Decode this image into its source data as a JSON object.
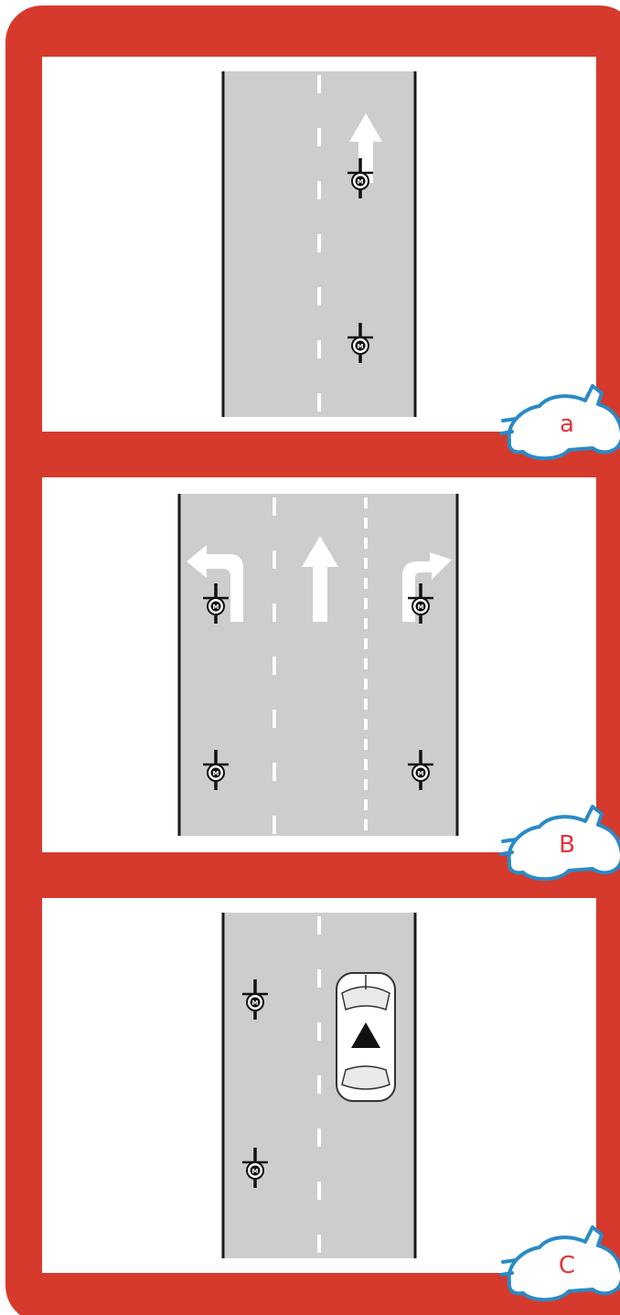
{
  "colors": {
    "frame": "#d63a2c",
    "road": "#cdcdcd",
    "panel": "#ffffff",
    "edge_line": "#1a1a1a",
    "lane_marking": "#ffffff",
    "label": "#e8323a",
    "badge_outline": "#2a8ac6",
    "badge_fill": "#ffffff"
  },
  "panels": [
    {
      "label": "a",
      "badge_icon": "motorcycle-icon",
      "road": {
        "lanes": 2,
        "center_line": "dashed"
      },
      "riders": [
        {
          "lane": "right",
          "position": "front",
          "arrow": "straight"
        },
        {
          "lane": "right",
          "position": "rear"
        }
      ]
    },
    {
      "label": "B",
      "badge_icon": "motorcycle-icon",
      "road": {
        "lanes": 3,
        "lane_lines": [
          "dashed",
          "dashed-double"
        ]
      },
      "arrows": [
        "turn-left",
        "straight",
        "turn-right"
      ],
      "riders": [
        {
          "lane": "left",
          "position": "front",
          "arrow": "turn-left"
        },
        {
          "lane": "right",
          "position": "front",
          "arrow": "turn-right"
        },
        {
          "lane": "left",
          "position": "rear"
        },
        {
          "lane": "right",
          "position": "rear"
        }
      ]
    },
    {
      "label": "C",
      "badge_icon": "motorcycle-icon",
      "road": {
        "lanes": 2,
        "center_line": "dashed"
      },
      "vehicles": [
        {
          "type": "car",
          "lane": "right",
          "marker": "triangle"
        }
      ],
      "riders": [
        {
          "lane": "left",
          "position": "front"
        },
        {
          "lane": "left",
          "position": "rear"
        }
      ]
    }
  ]
}
